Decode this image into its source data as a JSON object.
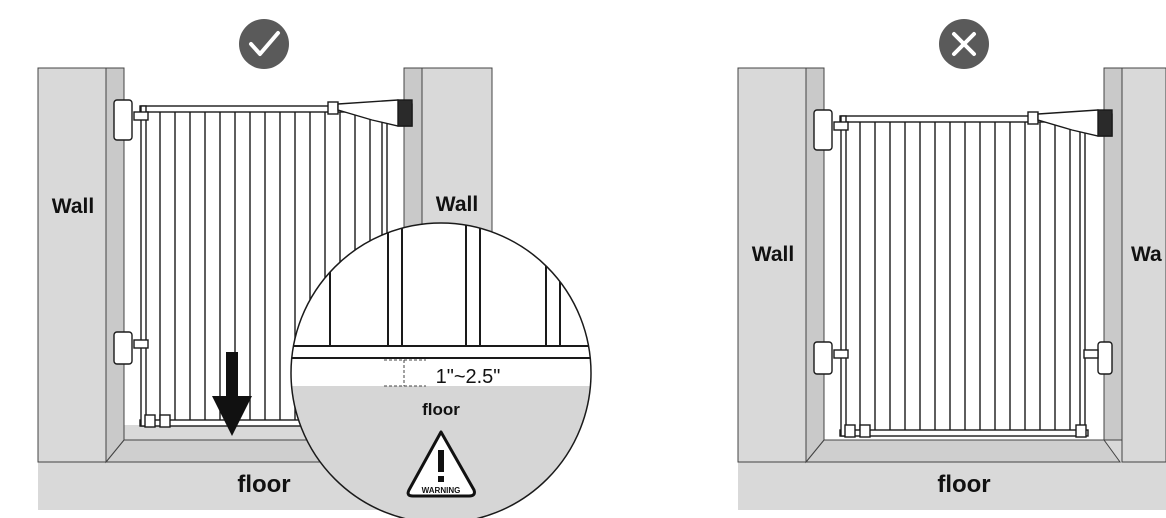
{
  "panels": [
    {
      "status": "correct",
      "status_icon": "check-icon",
      "wall_left": "Wall",
      "wall_right": "Wall",
      "floor": "floor"
    },
    {
      "status": "incorrect",
      "status_icon": "cross-icon",
      "wall_left": "Wall",
      "wall_right": "Wa",
      "floor": "floor"
    }
  ],
  "detail": {
    "gap": "1\"~2.5\"",
    "floor": "floor",
    "warning": "WARNING",
    "warning_icon": "warning-triangle-icon",
    "arrow_icon": "down-arrow-icon"
  },
  "colors": {
    "wall": "#d9d9d9",
    "floor": "#d9d9d9",
    "badge": "#5a5a5a",
    "line": "#1a1a1a"
  }
}
